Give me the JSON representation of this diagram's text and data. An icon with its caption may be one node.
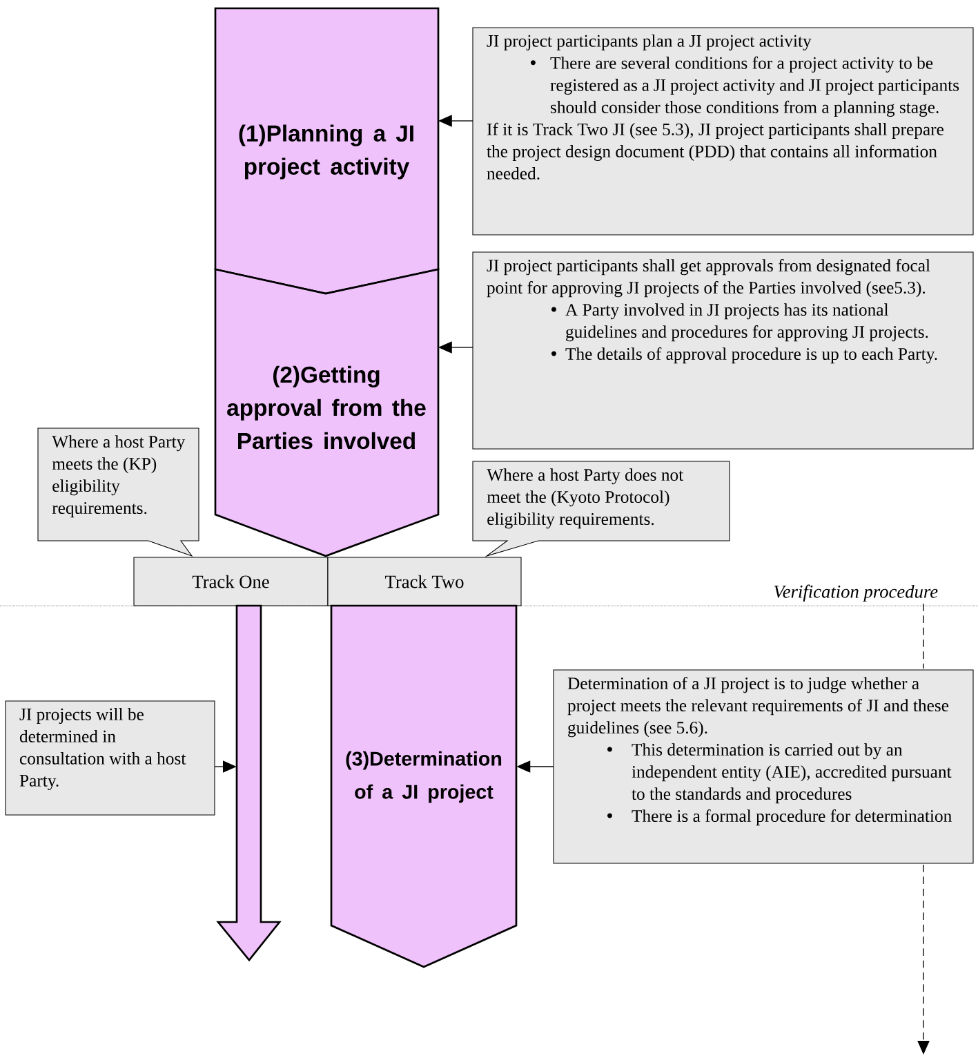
{
  "diagram": {
    "nodes": [
      {
        "text": [
          "(1)Planning a JI project activity"
        ]
      },
      {
        "text": [
          "JI project participants plan a JI project activity",
          "There are several conditions for a project activity to be registered as a JI project activity and JI project participants should consider those conditions from a planning stage.",
          "If it is Track Two JI (see 5.3), JI project participants shall prepare the project design document (PDD) that contains all information needed."
        ]
      },
      {
        "text": [
          "(2)Getting approval from the Parties involved"
        ]
      },
      {
        "text": [
          "JI project participants shall get approvals from designated focal point for approving JI projects of the Parties involved (see5.3).",
          "A Party involved in JI projects has its national guidelines and procedures for approving JI projects.",
          "The details of approval procedure is up to each Party."
        ]
      },
      {
        "text": [
          "Where a host Party meets the (KP) eligibility requirements."
        ]
      },
      {
        "text": [
          "Where a host Party does not meet the (Kyoto Protocol) eligibility requirements."
        ]
      },
      {
        "text": [
          "Track One"
        ]
      },
      {
        "text": [
          "Track Two"
        ]
      },
      {
        "text": [
          "JI projects will be determined in consultation with a host Party."
        ]
      },
      {
        "text": [
          "(3)Determination of a JI project"
        ]
      },
      {
        "text": [
          "Determination of a JI project is to judge whether a project meets the relevant requirements of JI and these guidelines (see 5.6).",
          "This determination is carried out by an independent entity (AIE), accredited pursuant to the standards and procedures",
          "There is a formal procedure for determination"
        ]
      },
      {
        "text": [
          "Verification procedure"
        ]
      }
    ],
    "edges": [
      {
        "from": 1,
        "to": 0,
        "arrow": "to"
      },
      {
        "from": 3,
        "to": 2,
        "arrow": "to"
      },
      {
        "from": 6,
        "to": null,
        "arrow": "to"
      },
      {
        "from": 8,
        "to": null,
        "arrow": "to"
      },
      {
        "from": 10,
        "to": 9,
        "arrow": "to"
      },
      {
        "from": 11,
        "to": null,
        "arrow": "to",
        "style": "dashed"
      }
    ]
  }
}
